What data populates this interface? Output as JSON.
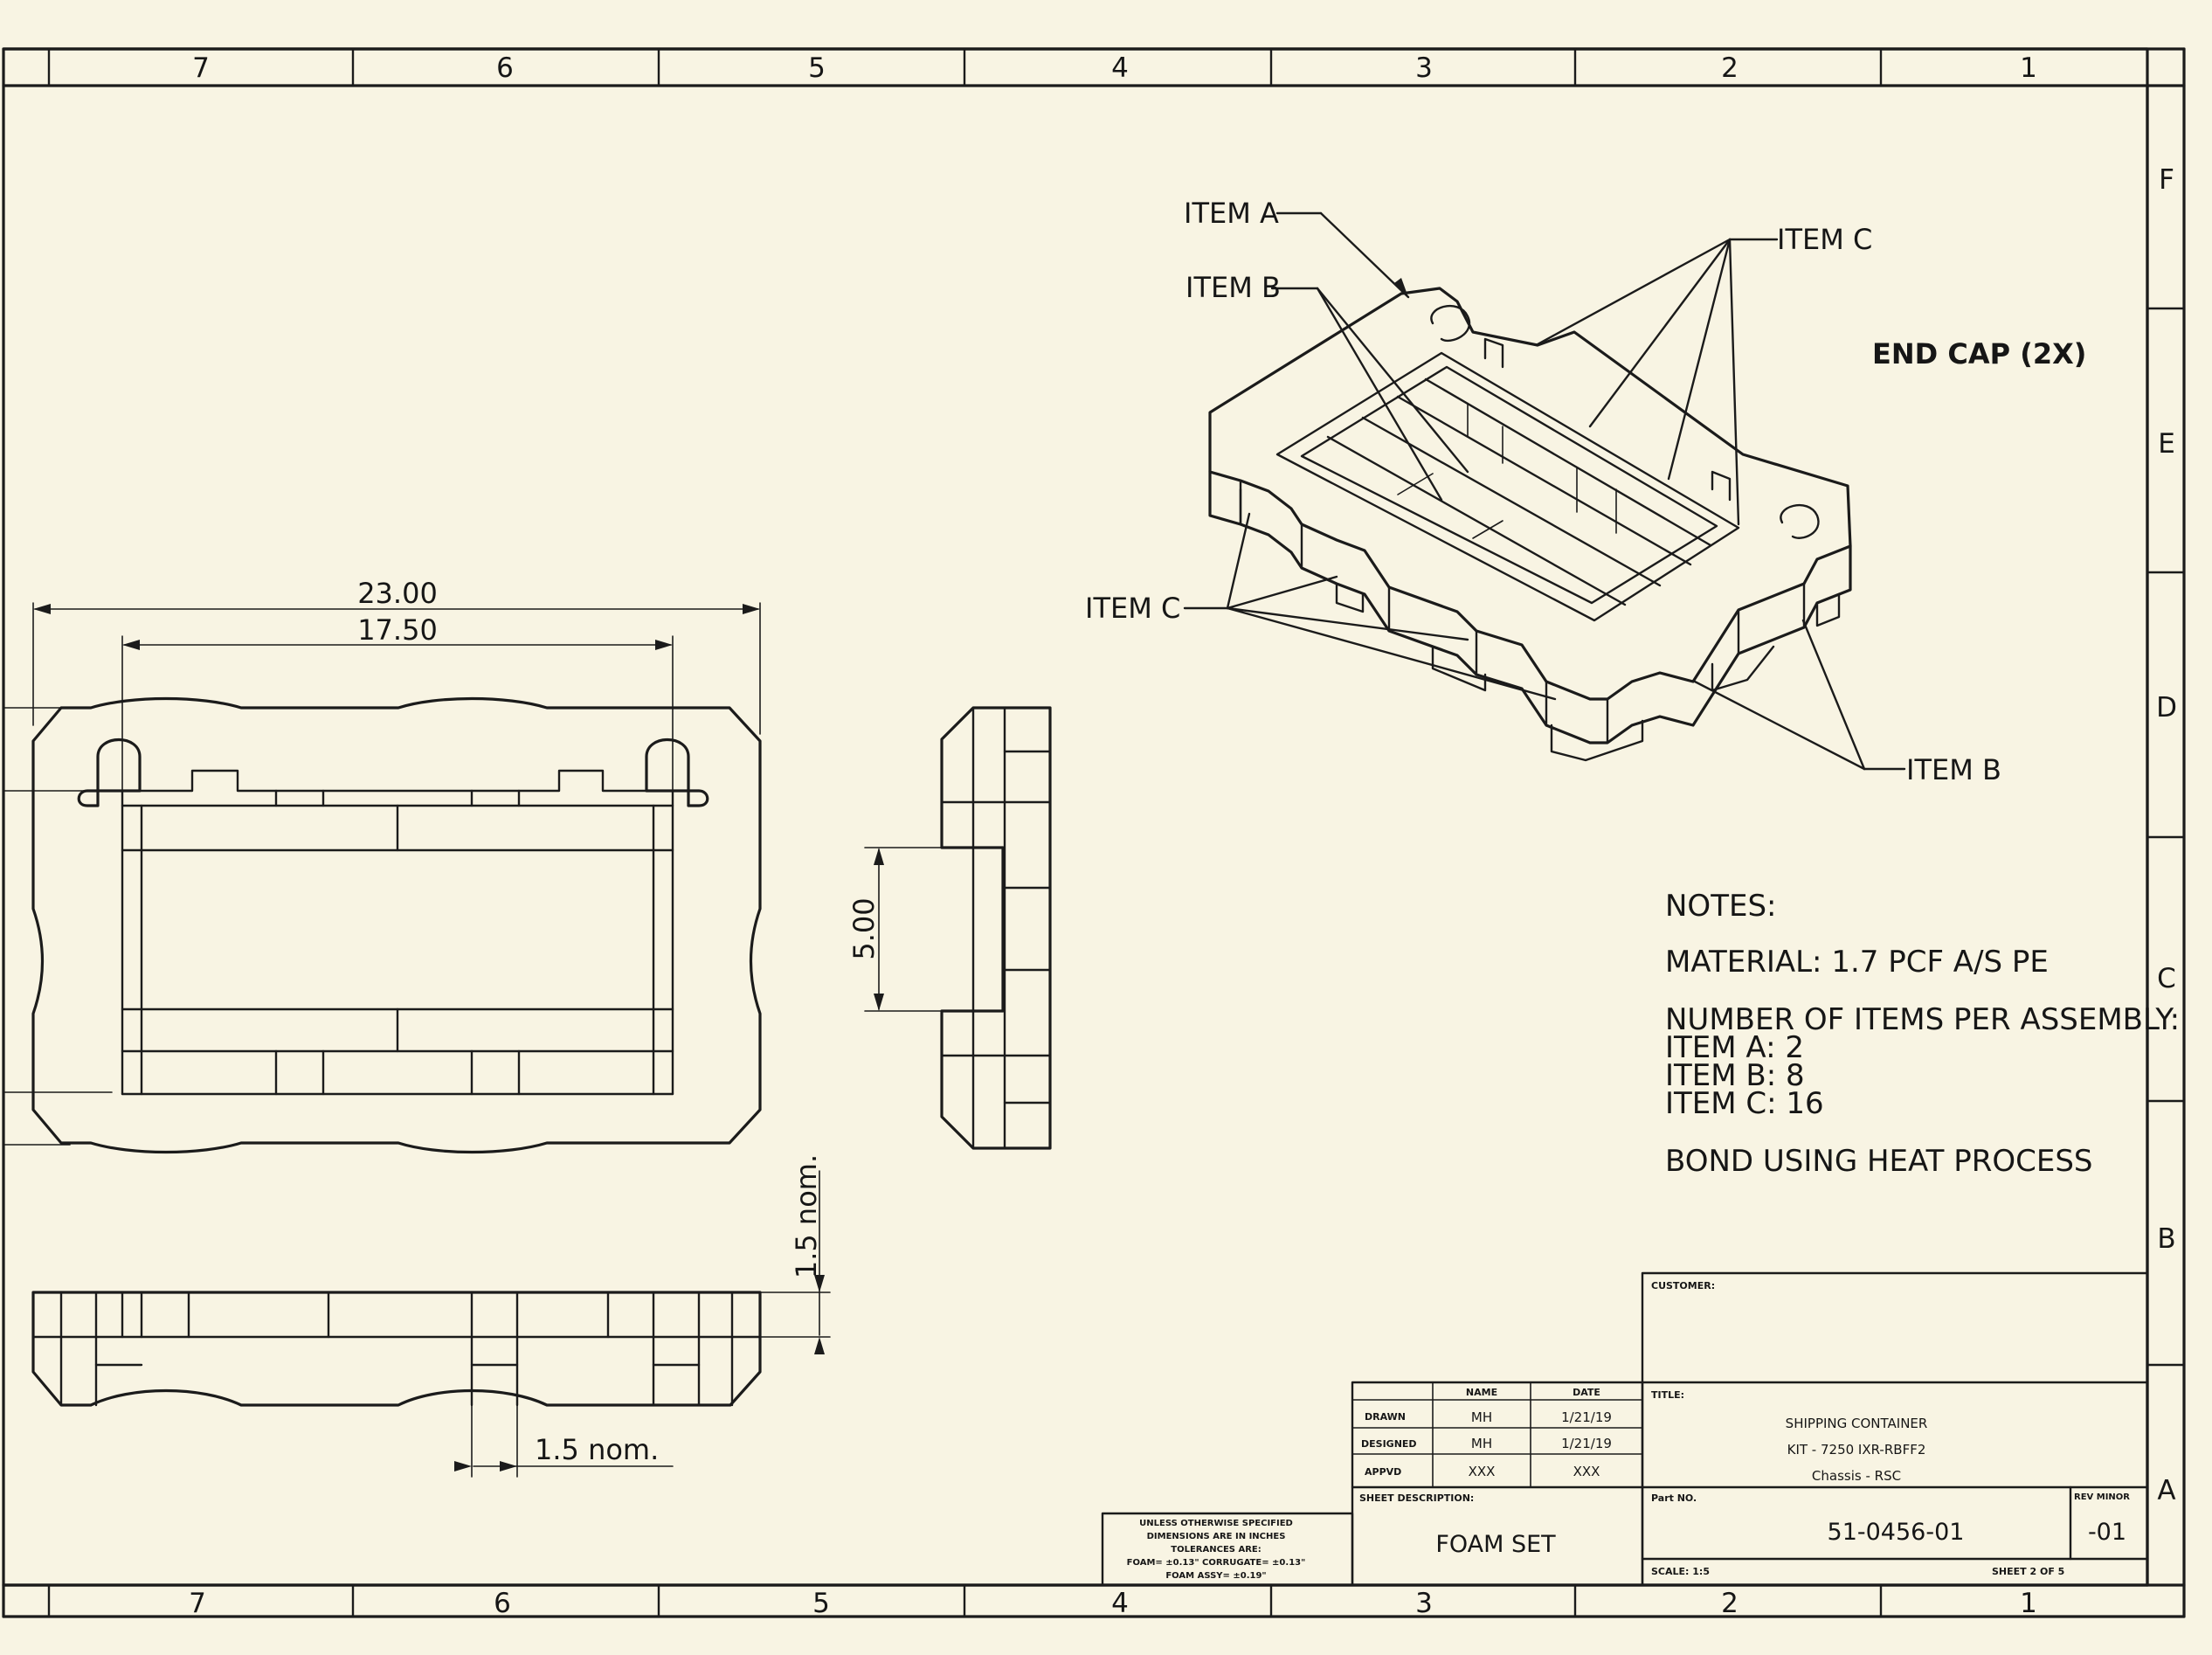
{
  "zones": {
    "columns": [
      "7",
      "6",
      "5",
      "4",
      "3",
      "2",
      "1"
    ],
    "rows": [
      "F",
      "E",
      "D",
      "C",
      "B",
      "A"
    ]
  },
  "callouts": {
    "item_a": "ITEM A",
    "item_b": "ITEM B",
    "item_c": "ITEM C",
    "view_label": "END CAP (2X)"
  },
  "dimensions": {
    "overall_width": "23.00",
    "inner_width": "17.50",
    "side_gap": "5.00",
    "thickness_vertical": "1.5 nom.",
    "thickness_horizontal": "1.5 nom."
  },
  "notes": {
    "heading": "NOTES:",
    "material": "MATERIAL: 1.7 PCF A/S PE",
    "items_heading": "NUMBER OF ITEMS PER ASSEMBLY:",
    "item_a_count": "ITEM A: 2",
    "item_b_count": "ITEM B: 8",
    "item_c_count": "ITEM C: 16",
    "bond": "BOND USING HEAT PROCESS"
  },
  "title_block": {
    "customer_label": "CUSTOMER:",
    "title_label": "TITLE:",
    "title_lines": [
      "SHIPPING CONTAINER",
      "KIT - 7250 IXR-RBFF2",
      "Chassis - RSC"
    ],
    "headers": {
      "name": "NAME",
      "date": "DATE"
    },
    "rows": [
      {
        "role": "DRAWN",
        "name": "MH",
        "date": "1/21/19"
      },
      {
        "role": "DESIGNED",
        "name": "MH",
        "date": "1/21/19"
      },
      {
        "role": "APPVD",
        "name": "XXX",
        "date": "XXX"
      }
    ],
    "sheet_description_label": "SHEET DESCRIPTION:",
    "sheet_description": "FOAM SET",
    "part_no_label": "Part NO.",
    "part_no": "51-0456-01",
    "rev_label": "REV MINOR",
    "rev": "-01",
    "scale": "SCALE: 1:5",
    "sheet": "SHEET 2 OF 5",
    "tolerance_lines": [
      "UNLESS OTHERWISE SPECIFIED",
      "DIMENSIONS ARE IN INCHES",
      "TOLERANCES ARE:",
      "FOAM= ±0.13\"   CORRUGATE= ±0.13\"",
      "FOAM ASSY= ±0.19\""
    ]
  }
}
